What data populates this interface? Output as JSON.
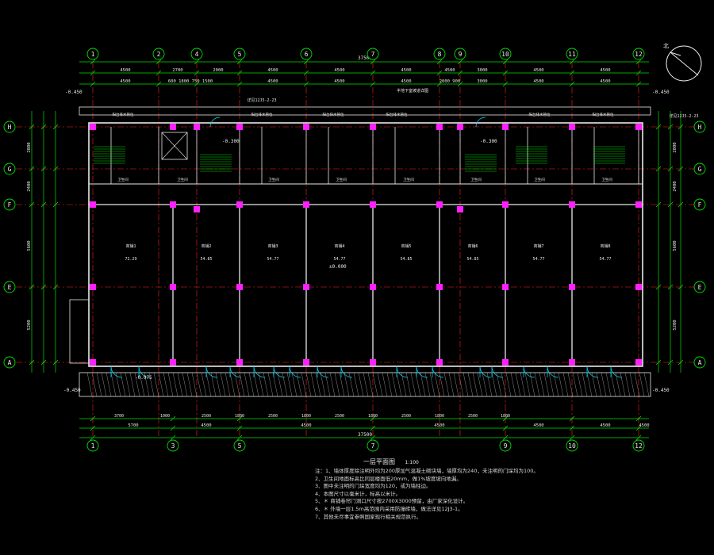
{
  "drawing": {
    "title": "一层平面图",
    "scale": "1:100",
    "colors": {
      "background": "#000000",
      "axis": "#00e000",
      "wall": "#e8e8e8",
      "red": "#ff2020",
      "column": "#ff20ff",
      "cyan": "#00e0ff",
      "dim": "#00ff7f"
    }
  },
  "axes": {
    "top": [
      "1",
      "2",
      "4",
      "5",
      "6",
      "7",
      "8",
      "9",
      "10",
      "11",
      "12"
    ],
    "bottom": [
      "1",
      "3",
      "5",
      "7",
      "9",
      "10",
      "12"
    ],
    "left": [
      "H",
      "G",
      "F",
      "E",
      "A"
    ],
    "right": [
      "H",
      "G",
      "F",
      "E",
      "A"
    ]
  },
  "dimensions": {
    "top_total": "37500",
    "top_row1": [
      "4500",
      "2700",
      "2000",
      "4500",
      "4500",
      "4500",
      "4500",
      "3000",
      "4500",
      "4500"
    ],
    "top_row2": [
      "4500",
      "600 1800 750 1500",
      "4500",
      "4500",
      "4500",
      "2000 900",
      "3000",
      "4500",
      "4500"
    ],
    "bottom_total": "37500",
    "bottom_row1": [
      "5700",
      "4500",
      "4500",
      "4500",
      "4500",
      "4500",
      "4500"
    ],
    "bottom_row2": [
      "3700",
      "1000",
      "2500",
      "1800",
      "2500",
      "1800",
      "2500",
      "1800",
      "2500",
      "1800",
      "2500",
      "1800"
    ],
    "left": [
      "2800",
      "2400",
      "5600",
      "5200"
    ],
    "right": [
      "2800",
      "2400",
      "5600",
      "5200"
    ],
    "levels": {
      "outside_left": "-0.450",
      "outside_right": "-0.450",
      "floor": "±0.000",
      "stair": "-0.300",
      "entrance": "-0.075"
    }
  },
  "rooms": {
    "labels": [
      "商铺1",
      "商铺2",
      "商铺3",
      "商铺4",
      "商铺5",
      "商铺6",
      "商铺7",
      "商铺8"
    ],
    "areas": [
      "72.29",
      "54.85",
      "54.77",
      "54.77",
      "54.85",
      "54.85",
      "54.77",
      "54.77"
    ],
    "upper_tags": [
      "卫生间",
      "卫生间",
      "卫生间",
      "卫生间",
      "卫生间",
      "卫生间",
      "卫生间",
      "卫生间"
    ],
    "callouts": [
      "阳台排水管位",
      "阳台排水管位",
      "阳台排水管位",
      "阳台排水管位",
      "阳台排水管位",
      "阳台排水管位"
    ],
    "ref_tags": [
      "详见12J5-2-23",
      "半地下室坡道详图",
      "详见12J5-2-23"
    ]
  },
  "notes": [
    "注：1、墙体厚度除注明外均为200厚加气混凝土砌块墙，墙厚均为240，未注明的门垛均为100。",
    "2、卫生间地面标高比同层楼面低20mm，做1%坡度坡向地漏。",
    "3、图中未注明的门垛宽度均为120，或为墙柱边。",
    "4、本图尺寸以毫米计，标高以米计。",
    "5、＊ 商铺卷帘门洞口尺寸按2700X3000预留，由厂家深化设计。",
    "6、＊ 外墙一层1.5m高范围内采用防撞砖墙，做法详见12J3-1。",
    "7、其他未尽事宜参照国家现行相关规范执行。"
  ]
}
